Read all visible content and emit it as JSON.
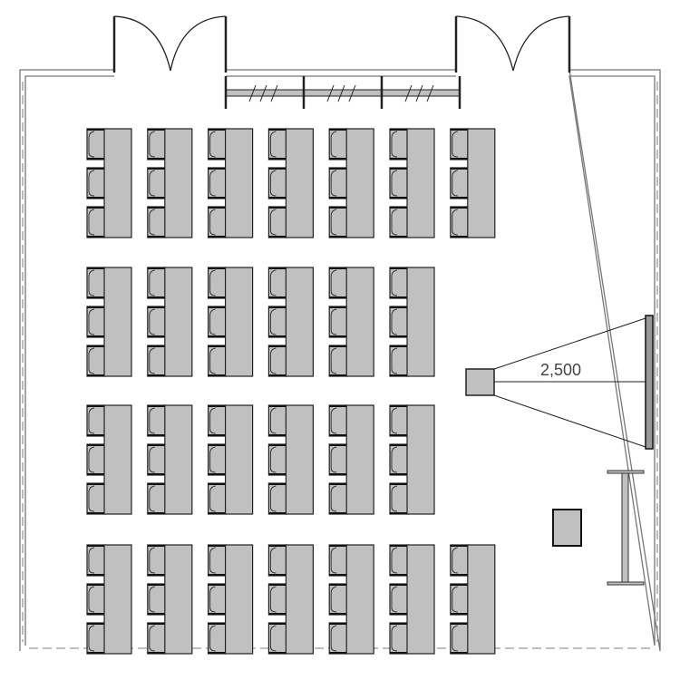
{
  "plan": {
    "projection_distance_label": "2,500",
    "desk_rows": [
      7,
      6,
      6,
      7
    ],
    "chairs_per_desk": 3
  },
  "colors": {
    "furniture_fill": "#c0c0c0",
    "line": "#222222",
    "wall": "#888888"
  }
}
